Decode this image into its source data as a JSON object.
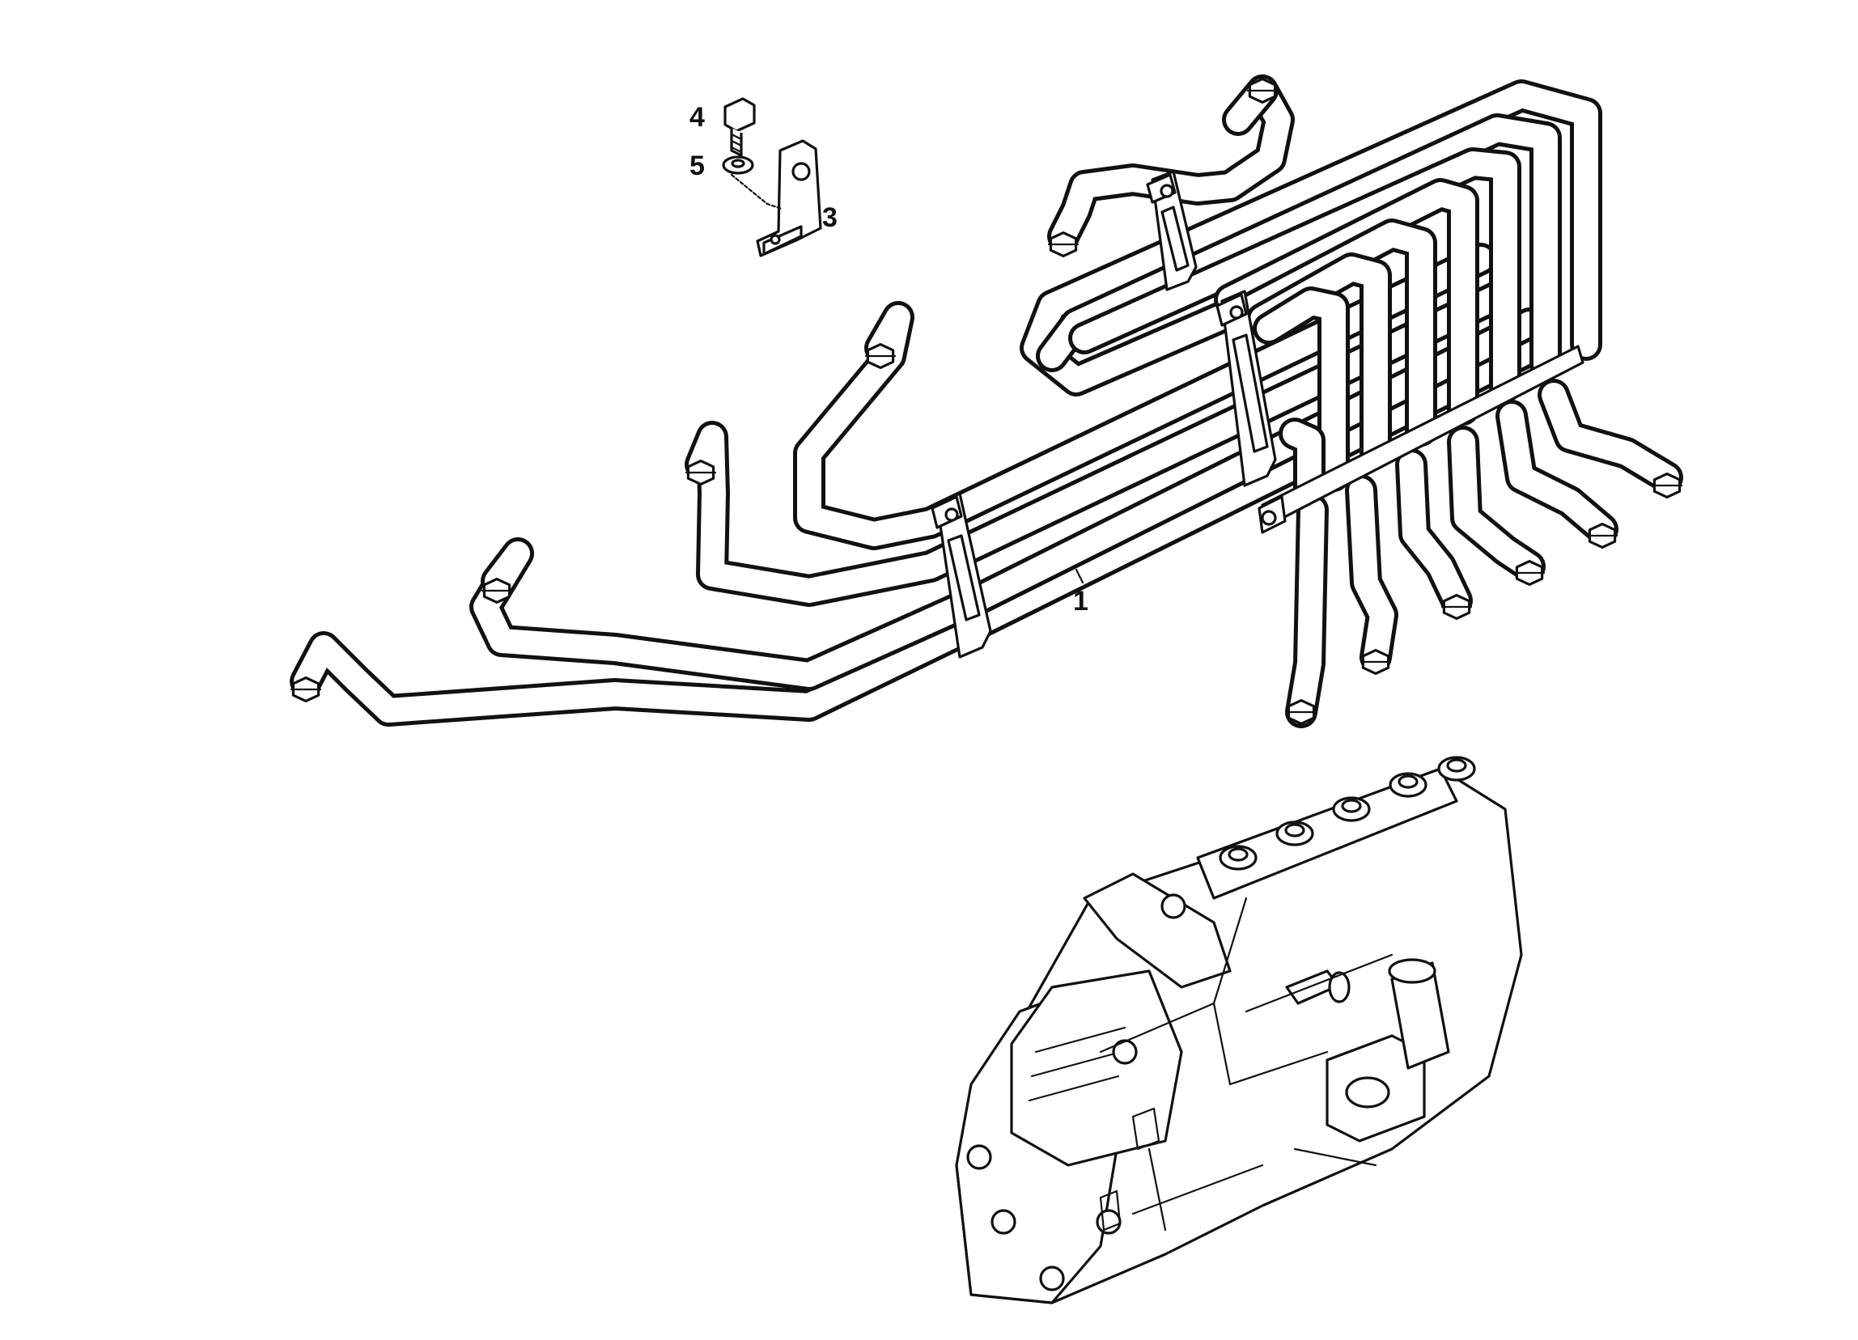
{
  "callouts": {
    "c1": "1",
    "c3": "3",
    "c4": "4",
    "c5": "5"
  },
  "colors": {
    "ink": "#111111",
    "paper": "#ffffff"
  }
}
